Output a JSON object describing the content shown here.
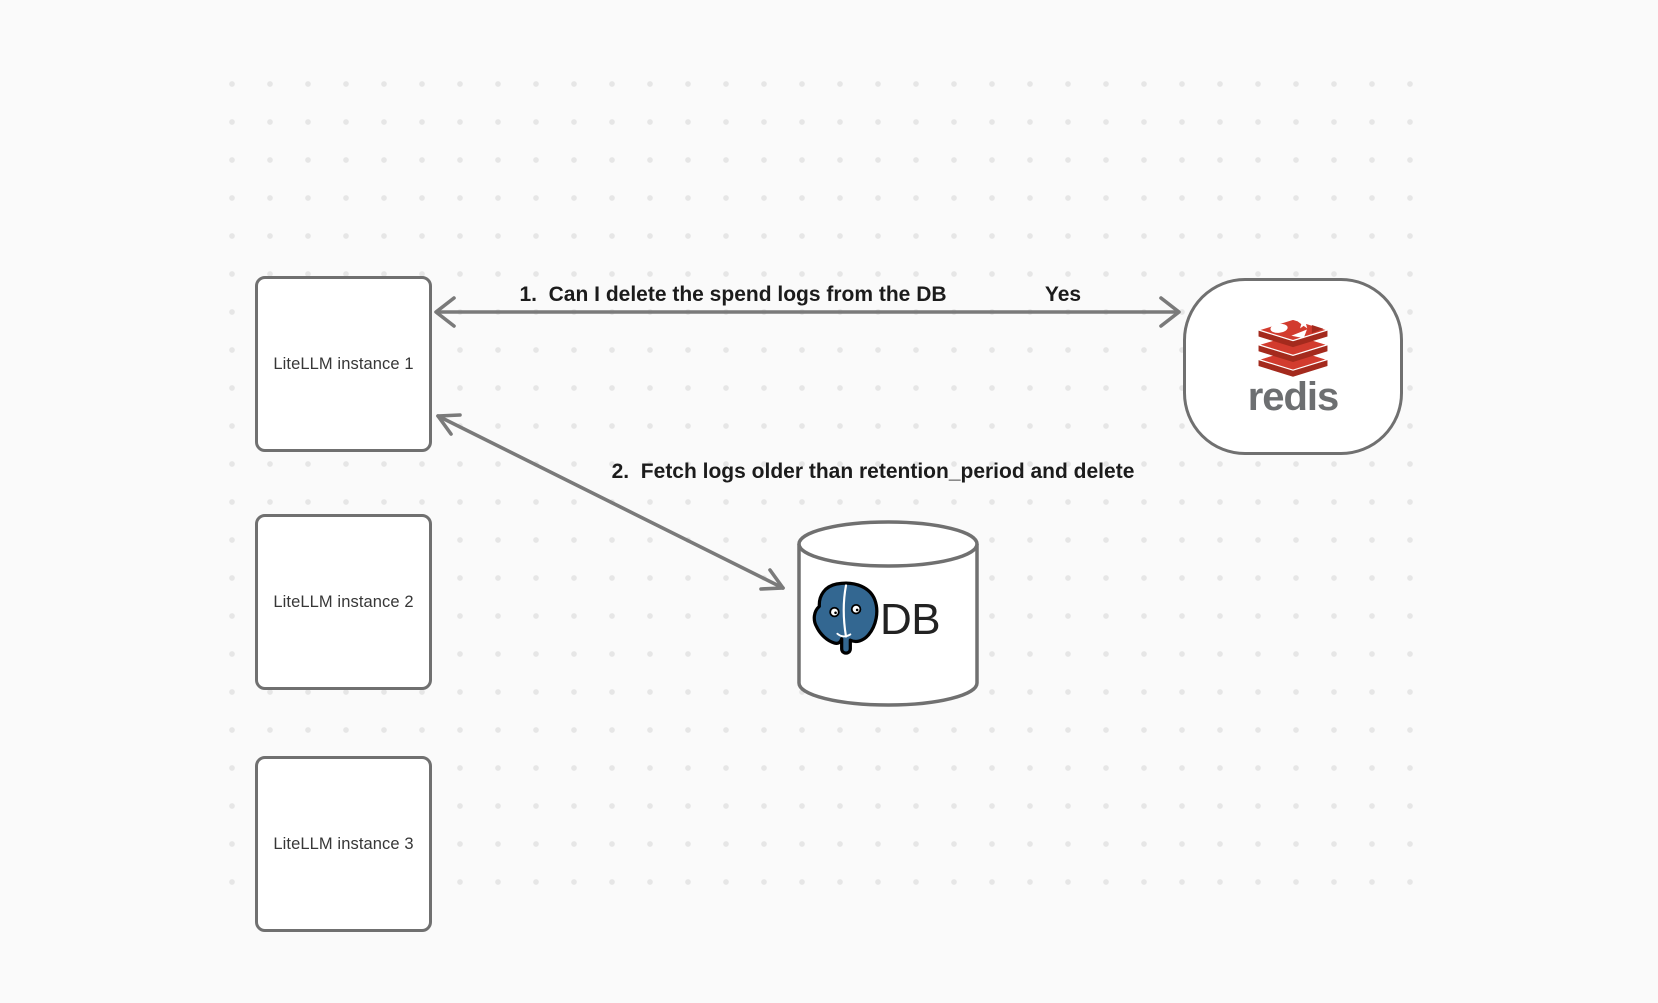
{
  "diagram": {
    "background_color": "#fafafa",
    "dot_color": "#e6e6e6",
    "instances": [
      {
        "label": "LiteLLM instance 1"
      },
      {
        "label": "LiteLLM instance 2"
      },
      {
        "label": "LiteLLM instance 3"
      }
    ],
    "redis_node": {
      "wordmark": "redis",
      "logo_icon": "redis-logo"
    },
    "db_node": {
      "label": "DB",
      "logo_icon": "postgresql-elephant-logo"
    },
    "edges": [
      {
        "from": "LiteLLM instance 1",
        "to": "redis",
        "label": "1.  Can I delete the spend logs from the DB",
        "response": "Yes",
        "arrowheads": "both"
      },
      {
        "from": "LiteLLM instance 1",
        "to": "DB",
        "label": "2.  Fetch logs older than retention_period and delete",
        "arrowheads": "both"
      }
    ],
    "colors": {
      "node_border": "#707070",
      "arrow": "#7a7a7a",
      "label_text": "#1c1c1c",
      "instance_text": "#373737",
      "redis_red": "#d23b2e",
      "redis_dark_red": "#a42a1d",
      "redis_wordmark_gray": "#6d6f71",
      "postgres_blue": "#336791",
      "db_text": "#222222"
    }
  }
}
